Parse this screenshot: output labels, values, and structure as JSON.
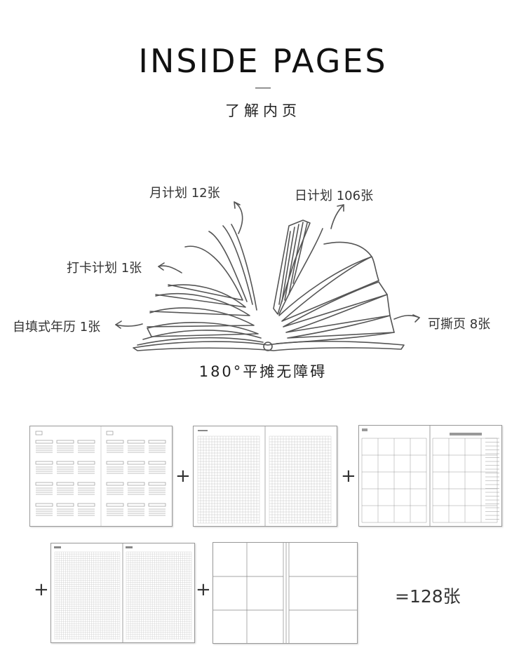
{
  "header": {
    "title": "INSIDE PAGES",
    "subtitle": "了解内页"
  },
  "book_labels": {
    "monthly_plan": "月计划 12张",
    "daily_plan": "日计划 106张",
    "checkin_plan": "打卡计划 1张",
    "self_fill_calendar": "自填式年历 1张",
    "tear_off_pages": "可撕页 8张"
  },
  "flat_text": "180°平摊无障碍",
  "equation": {
    "plus_symbol": "+",
    "total": "=128张"
  },
  "icons": [
    "book-illustration-icon",
    "curved-arrow-icon"
  ],
  "colors": {
    "line": "#555555",
    "text": "#222222",
    "sheet_border": "#999999"
  }
}
